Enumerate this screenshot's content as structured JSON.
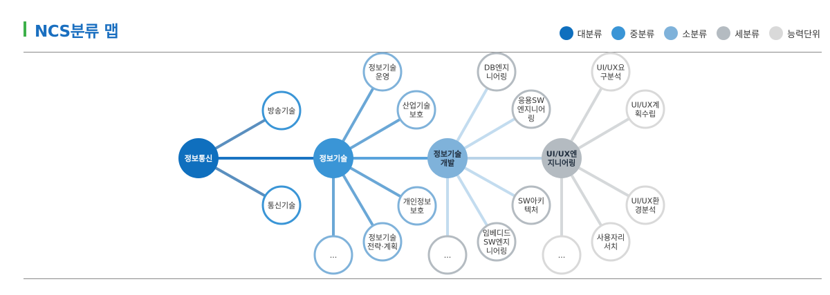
{
  "title": "NCS분류 맵",
  "colors": {
    "major": "#0f6fbe",
    "middle": "#3a95d6",
    "minor": "#7fb2da",
    "detail": "#b4bbc1",
    "unit": "#d9d9d9"
  },
  "legend": [
    {
      "label": "대분류",
      "level": "major"
    },
    {
      "label": "중분류",
      "level": "middle"
    },
    {
      "label": "소분류",
      "level": "minor"
    },
    {
      "label": "세분류",
      "level": "detail"
    },
    {
      "label": "능력단위",
      "level": "unit"
    }
  ],
  "diagram": {
    "hubs": [
      {
        "id": "h1",
        "label": [
          "정보통신"
        ],
        "level": "major"
      },
      {
        "id": "h2",
        "label": [
          "정보기술"
        ],
        "level": "middle"
      },
      {
        "id": "h3",
        "label": [
          "정보기술",
          "개발"
        ],
        "level": "minor"
      },
      {
        "id": "h4",
        "label": [
          "UI/UX엔",
          "지니어링"
        ],
        "level": "detail"
      }
    ],
    "children": [
      {
        "parent": "h1",
        "label": [
          "방송기술"
        ]
      },
      {
        "parent": "h1",
        "label": [
          "통신기술"
        ]
      },
      {
        "parent": "h2",
        "label": [
          "정보기술",
          "운영"
        ]
      },
      {
        "parent": "h2",
        "label": [
          "산업기술",
          "보호"
        ]
      },
      {
        "parent": "h2",
        "label": [
          "개인정보",
          "보호"
        ]
      },
      {
        "parent": "h2",
        "label": [
          "정보기술",
          "전략·계획"
        ]
      },
      {
        "parent": "h2",
        "label": [
          "..."
        ]
      },
      {
        "parent": "h3",
        "label": [
          "DB엔지",
          "니어링"
        ]
      },
      {
        "parent": "h3",
        "label": [
          "응용SW",
          "엔지니어",
          "링"
        ]
      },
      {
        "parent": "h3",
        "label": [
          "SW아키",
          "텍처"
        ]
      },
      {
        "parent": "h3",
        "label": [
          "임베디드",
          "SW엔지",
          "니어링"
        ]
      },
      {
        "parent": "h3",
        "label": [
          "..."
        ]
      },
      {
        "parent": "h4",
        "label": [
          "UI/UX요",
          "구분석"
        ]
      },
      {
        "parent": "h4",
        "label": [
          "UI/UX계",
          "획수립"
        ]
      },
      {
        "parent": "h4",
        "label": [
          "UI/UX환",
          "경분석"
        ]
      },
      {
        "parent": "h4",
        "label": [
          "사용자리",
          "서치"
        ]
      },
      {
        "parent": "h4",
        "label": [
          "..."
        ]
      }
    ]
  }
}
